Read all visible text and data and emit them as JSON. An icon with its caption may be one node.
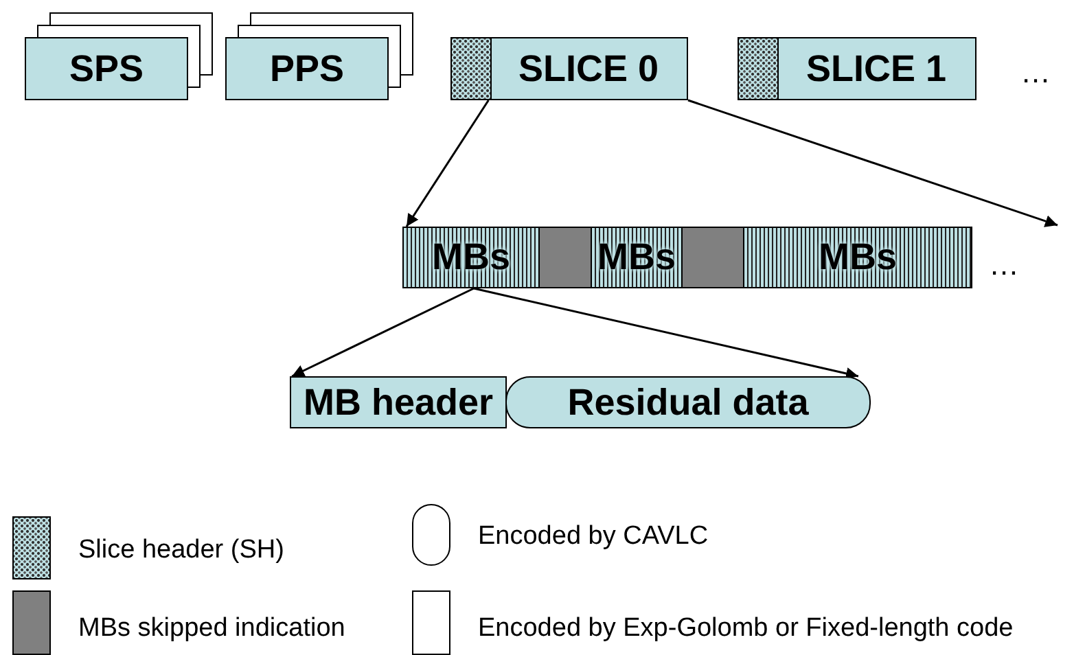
{
  "diagram": {
    "nodes": [
      {
        "text": [
          "SPS"
        ]
      },
      {
        "text": [
          "PPS"
        ]
      },
      {
        "text": [
          "SLICE 0"
        ]
      },
      {
        "text": [
          "SLICE 1"
        ]
      },
      {
        "text": [
          "MBs"
        ]
      },
      {
        "text": [],
        "shape": "box"
      },
      {
        "text": [
          "MBs"
        ]
      },
      {
        "text": [],
        "shape": "box"
      },
      {
        "text": [
          "MBs"
        ]
      },
      {
        "text": [
          "MB header"
        ]
      },
      {
        "text": [
          "Residual data"
        ]
      }
    ],
    "edges": [
      {
        "from": 2,
        "to": 4,
        "arrow": "to"
      },
      {
        "from": 2,
        "to": null,
        "arrow": "to"
      },
      {
        "from": 4,
        "to": 9,
        "arrow": "to"
      },
      {
        "from": 4,
        "to": 10,
        "arrow": "to"
      }
    ],
    "labels": [
      "…",
      "…"
    ],
    "legend": [
      {
        "text": "Slice header (SH)"
      },
      {
        "text": "MBs skipped indication",
        "color": "#808080"
      },
      {
        "text": "Encoded by CAVLC"
      },
      {
        "text": "Encoded by Exp-Golomb or Fixed-length code"
      }
    ]
  }
}
